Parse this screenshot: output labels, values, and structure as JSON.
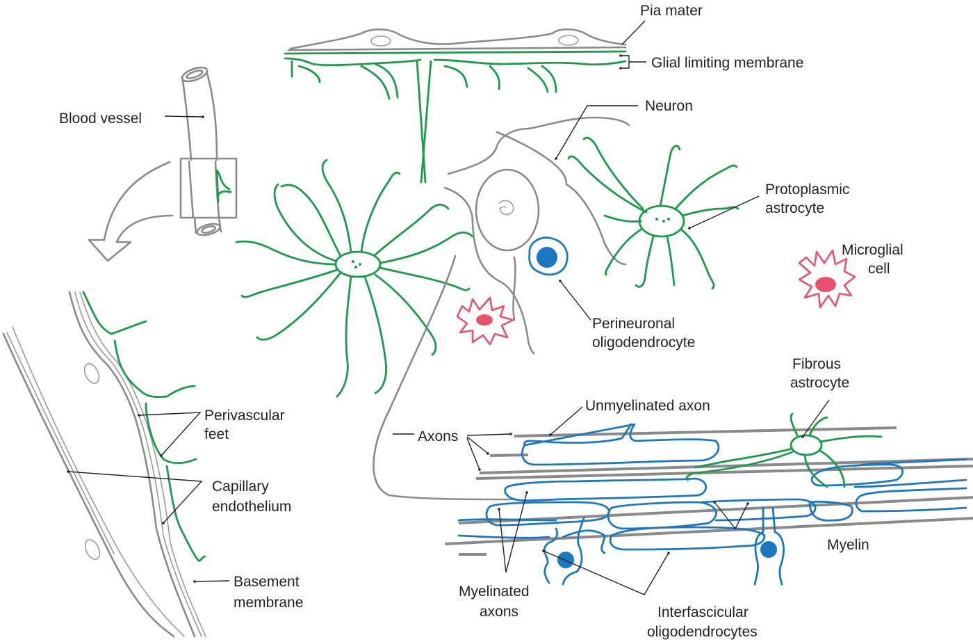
{
  "title": "Glial cells of the central nervous system",
  "colors": {
    "astrocyte": "#1a9b4b",
    "oligodendrocyte": "#1a78c2",
    "microglia": "#e9516b",
    "neuron": "#8a8a8a",
    "label_text": "#231f20"
  },
  "labels": {
    "pia_mater": "Pia mater",
    "glial_limiting_membrane": "Glial limiting membrane",
    "neuron": "Neuron",
    "blood_vessel": "Blood vessel",
    "protoplasmic_astrocyte": [
      "Protoplasmic",
      "astrocyte"
    ],
    "microglial_cell": [
      "Microglial",
      "cell"
    ],
    "perineuronal_oligodendrocyte": [
      "Perineuronal",
      "oligodendrocyte"
    ],
    "fibrous_astrocyte": [
      "Fibrous",
      "astrocyte"
    ],
    "unmyelinated_axon": "Unmyelinated axon",
    "axons": "Axons",
    "perivascular_feet": [
      "Perivascular",
      "feet"
    ],
    "capillary_endothelium": [
      "Capillary",
      "endothelium"
    ],
    "basement_membrane": [
      "Basement",
      "membrane"
    ],
    "myelinated_axons": [
      "Myelinated",
      "axons"
    ],
    "interfascicular_oligodendrocytes": [
      "Interfascicular",
      "oligodendrocytes"
    ],
    "myelin": "Myelin"
  }
}
